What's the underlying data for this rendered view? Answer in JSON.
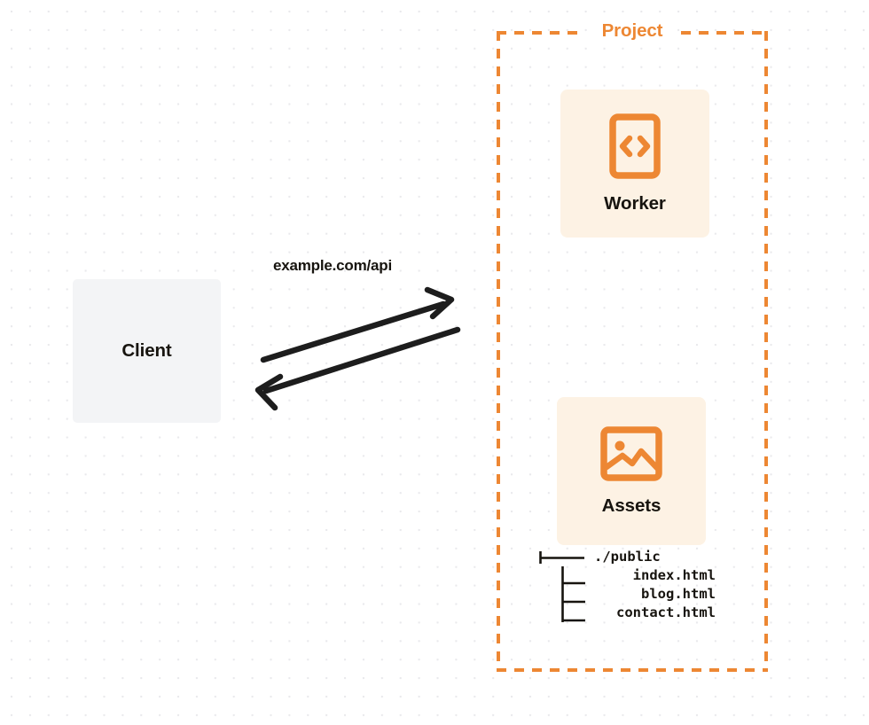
{
  "diagram": {
    "title": "Project",
    "background": {
      "dot_color": "#e9e9ec",
      "page_color": "#ffffff"
    },
    "colors": {
      "accent": "#ed8733",
      "card_bg": "#fdf2e4",
      "client_bg": "#f3f4f6",
      "text": "#17140f",
      "arrow": "#1d1d1d"
    }
  },
  "client": {
    "label": "Client"
  },
  "connection": {
    "label": "example.com/api",
    "request_direction": "client-to-project",
    "response_direction": "project-to-client"
  },
  "project": {
    "title": "Project",
    "services": [
      {
        "label": "Worker",
        "icon": "code-brackets-icon"
      },
      {
        "label": "Assets",
        "icon": "image-icon"
      }
    ]
  },
  "file_tree": {
    "root": "./public",
    "files": [
      "index.html",
      "blog.html",
      "contact.html"
    ]
  }
}
